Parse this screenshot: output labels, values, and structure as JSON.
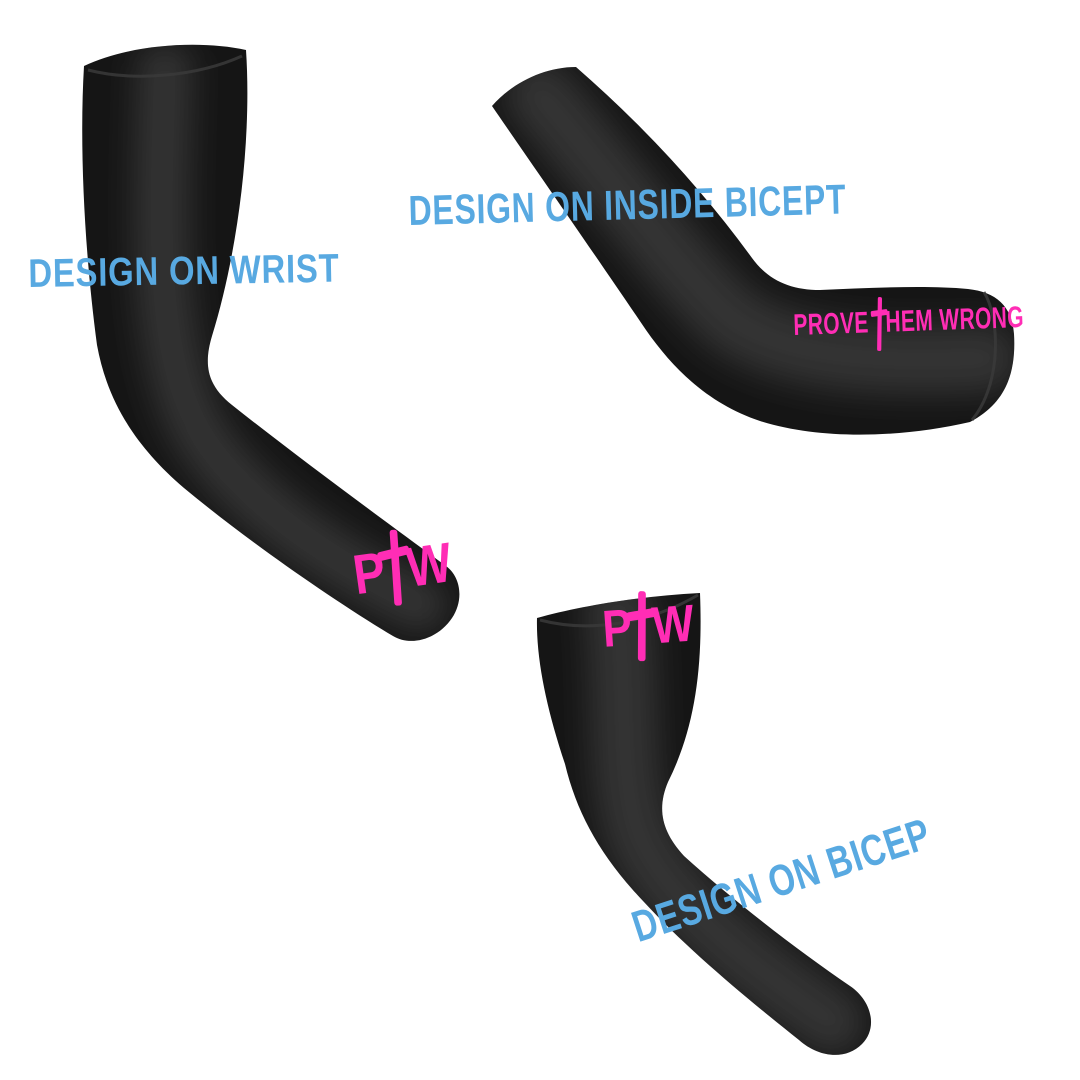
{
  "colors": {
    "background": "#ffffff",
    "sleeve_black": "#151515",
    "logo_pink": "#ff2db5",
    "annotation_blue": "#58a9e1"
  },
  "annotations": {
    "wrist": "DESIGN ON WRIST",
    "inside_bicep": "DESIGN ON INSIDE BICEPT",
    "bicep": "DESIGN ON BICEP"
  },
  "logos": {
    "ptw": {
      "left_letter": "P",
      "right_letter": "W"
    },
    "prove_them_wrong": {
      "prefix": "PROVE",
      "suffix": "HEM WRONG"
    }
  },
  "icons": {
    "cross": "†"
  }
}
